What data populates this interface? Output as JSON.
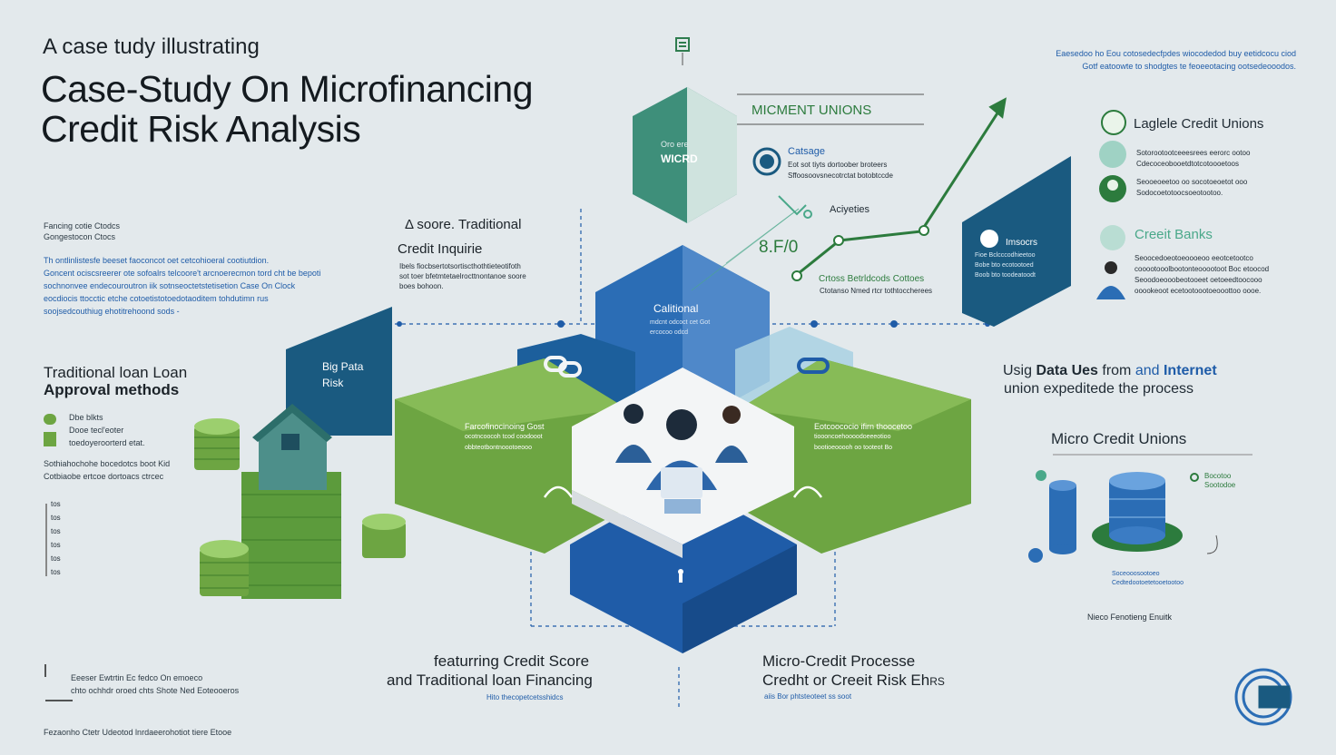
{
  "header": {
    "kicker": "A case tudy illustrating",
    "title_line1": "Case-Study On Microfinancing",
    "title_line2": "Credit Risk Analysis"
  },
  "left": {
    "small_heading": [
      "Fancing cotie Ctodcs",
      "Gongestocon Ctocs"
    ],
    "paragraph": [
      "Th ontlinlistesfe beeset faoconcot oet cetcohioeral cootiutdion.",
      "Goncent ociscsreerer ote sofoalrs telcoore't arcnoerecmon tord cht be bepoti",
      "sochnonvee endecouroutron iik sotnseoctetstetisetion Case On Clock",
      "eocdiocis ttocctic etche cotoetistotoedotaoditem tohdutimn rus",
      "soojsedcouthiug ehotitrehoond sods -"
    ],
    "approval_title": [
      "Traditional loan Loan",
      "Approval methods"
    ],
    "legend_lines": [
      "Dbe blkts",
      "Dooe tecl'eoter",
      "toedoyeroorterd etat."
    ],
    "list_lines": [
      "Sothiahochohe bocedotcs boot Kid",
      "Cotbiaobe ertcoe dortoacs ctrcec"
    ],
    "axis_ticks": [
      "tos",
      "tos",
      "tos",
      "tos",
      "tos",
      "tos"
    ],
    "foot_note": [
      "Eeeser Ewtrtin Ec fedco On emoeco",
      "chto ochhdr oroed chts Shote Ned Eoteooeros"
    ],
    "bottom_line": "Fezaonho Ctetr Udeotod lnrdaeerohotiot tiere Etooe"
  },
  "center": {
    "left_tile_text": [
      "Δ soore. Traditional",
      "Credit Inquirie"
    ],
    "left_tile_small": [
      "Ibels fiocbsertotsortiscthothtieteotifoth",
      "sot toer bfetmtetaelrocttnontanoe soore",
      "boes bohoon."
    ],
    "top_hex": [
      "Oro ere",
      "WICRD"
    ],
    "center_hex_title": "Calitional",
    "center_hex_small": [
      "mdcnt odcoct cet Got",
      "ercocoo odcd"
    ],
    "dark_tile": [
      "Big Pata",
      "Risk"
    ],
    "left_green_tile": [
      "Farcofinocinoing Gost",
      "ocotncoocoh tcod coodooot",
      "obbteotbontnoootoeooo"
    ],
    "right_green_tile": [
      "Eotcoococio ifirn thoocetoo",
      "tioooncoehoooodoeeeotioo",
      "bootioeooooh oo tooteot Bo"
    ],
    "bottom_left": [
      "featurring Credit Score",
      "and Traditional loan Financing"
    ],
    "bottom_left_small": "Hito thecopetcetsshidcs",
    "bottom_right": [
      "Micro-Credit Processe",
      "Credht  or Creeit Risk  Eh",
      "RS"
    ],
    "bottom_right_small": "aiis Bor phtsteoteet ss soot"
  },
  "upper_right": {
    "unions_title": "MICMENT UNIONS",
    "circle_title": "Catsage",
    "circle_text": [
      "Eot sot tiyts dortoober broteers",
      "Sffoosoovsnecotrctat botobtccde"
    ],
    "analytics_label": "Aciyeties",
    "amount": "8.F/0",
    "trend_label": "Crtoss Betrldcods Cottoes",
    "trend_sub": "Ctotanso Nmed rtcr tothtoccherees",
    "blue_card_title": "Imsocrs",
    "blue_card_text": [
      "Fioe Bclcccodhieetoo",
      "Bobe bto ecotootoed",
      "Boob bto toodeatoodt"
    ],
    "top_right_text": [
      "Eaesedoo ho Eou cotosedecfpdes wiocodedod buy eetidcocu ciod",
      "Gotf eatoowte to shodgtes te feoeeotacing ootsedeooodos."
    ]
  },
  "right": {
    "legal_title": "Laglele Credit Unions",
    "legal_items": [
      [
        "Sotorootootceeesrees eerorc ootoo",
        "Cdecoceobooetdtotcotoooetoos"
      ],
      [
        "Seooeoeetoo oo socotoeoetot ooo",
        "Sodocoetotoocsoeotootoo."
      ]
    ],
    "credit_banks": "Creeit Banks",
    "bank_text": [
      "Seoocedoeotoeoooeoo eeotcetootco",
      "cooootooolbootonteooootoot Boc etoocod",
      "Seoodoeooobeotooeet oetoeedtoocooo",
      "ooookeoot ecetootoootoeooottoo oooe."
    ],
    "data_line1": [
      "Usig ",
      "Data Ues",
      " from ",
      "and ",
      "Internet"
    ],
    "data_line2": "union expeditede the process",
    "micro_title": "Micro Credit Unions",
    "micro_legend": [
      "Bocotoo",
      "Sootodoe"
    ],
    "micro_small": [
      "Soceooosootoeo",
      "Cedtedootoetetooetootoo"
    ],
    "micro_caption": "Nieco Fenotieng Enuitk"
  },
  "colors": {
    "navy": "#1a5a80",
    "blue": "#2b6db5",
    "green": "#6da542",
    "dark_green": "#2c7b3d",
    "teal": "#3e8f7a"
  }
}
